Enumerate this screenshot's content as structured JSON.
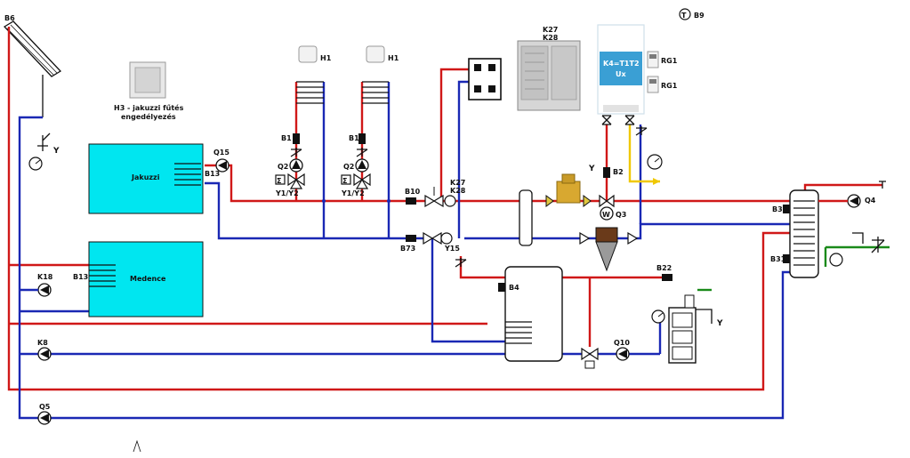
{
  "labels": {
    "b6": "B6",
    "b9": "B9",
    "h1_a": "H1",
    "h1_b": "H1",
    "h3": "H3 - jakuzzi fűtés",
    "h3_line2": "engedélyezés",
    "k27_top": "K27",
    "k28_top": "K28",
    "boiler_name": "K4=T1T2",
    "boiler_sub": "Ux",
    "rg1_a": "RG1",
    "rg1_b": "RG1",
    "jakuzzi": "Jakuzzi",
    "medence": "Medence",
    "q15": "Q15",
    "b13_a": "B13",
    "b13_b": "B13",
    "b1_a": "B1",
    "b1_b": "B1",
    "q2_a": "Q2",
    "q2_b": "Q2",
    "y1y2_a": "Y1/Y2",
    "y1y2_b": "Y1/Y2",
    "b10": "B10",
    "k27_mid": "K27",
    "k28_mid": "K28",
    "b73": "B73",
    "y15": "Y15",
    "y_left": "Y",
    "y_boiler": "Y",
    "y_stove": "Y",
    "b2": "B2",
    "q3": "Q3",
    "b4": "B4",
    "b22": "B22",
    "q10": "Q10",
    "b3": "B3",
    "b31": "B31",
    "q4": "Q4",
    "k18": "K18",
    "k8": "K8",
    "q5": "Q5"
  },
  "colors": {
    "supply": "#d01818",
    "return": "#1a28b4",
    "cold_water": "#1a8a1a",
    "gas": "#f0c800",
    "pool_water": "#00e6f0"
  }
}
